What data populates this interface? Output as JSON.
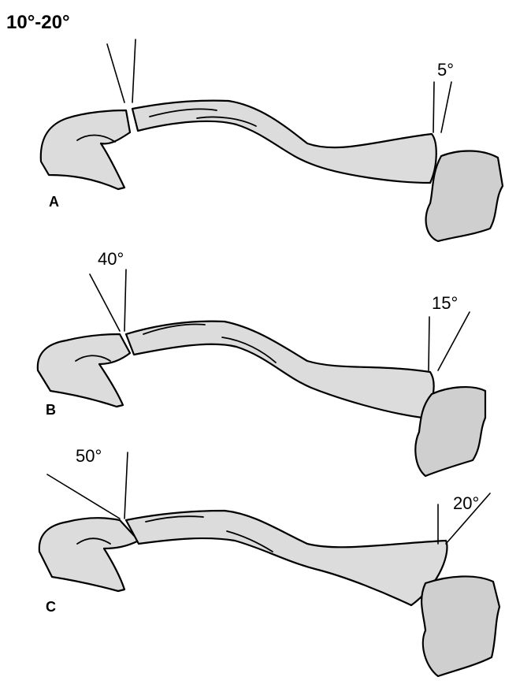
{
  "figure": {
    "title": "10°-20°",
    "panels": [
      {
        "letter": "A",
        "left_angle": "",
        "right_angle": "5°"
      },
      {
        "letter": "B",
        "left_angle": "40°",
        "right_angle": "15°"
      },
      {
        "letter": "C",
        "left_angle": "50°",
        "right_angle": "20°"
      }
    ]
  }
}
